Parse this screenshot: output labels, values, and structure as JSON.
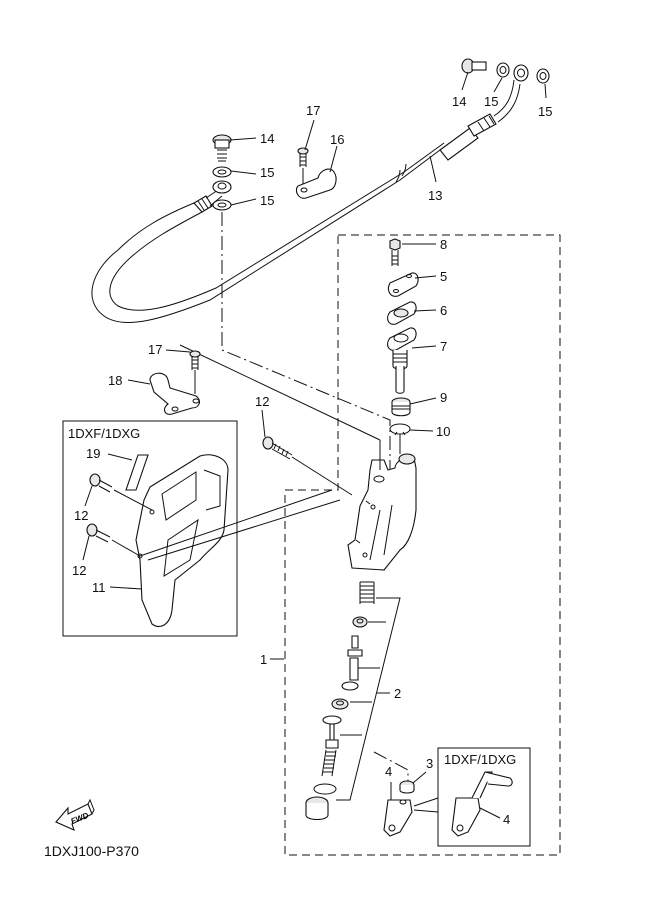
{
  "diagram": {
    "title_code": "1DXJ100-P370",
    "fwd_label": "FWD",
    "inset_labels": [
      "1DXF/1DXG",
      "1DXF/1DXG"
    ],
    "callouts": [
      {
        "id": "c14a",
        "ref": "14",
        "part": "union-bolt"
      },
      {
        "id": "c15a",
        "ref": "15",
        "part": "gasket"
      },
      {
        "id": "c15b",
        "ref": "15",
        "part": "gasket"
      },
      {
        "id": "c17a",
        "ref": "17",
        "part": "screw"
      },
      {
        "id": "c16",
        "ref": "16",
        "part": "hose-holder"
      },
      {
        "id": "c14b",
        "ref": "14",
        "part": "union-bolt"
      },
      {
        "id": "c15c",
        "ref": "15",
        "part": "gasket"
      },
      {
        "id": "c15d",
        "ref": "15",
        "part": "gasket"
      },
      {
        "id": "c13",
        "ref": "13",
        "part": "brake-hose"
      },
      {
        "id": "c8",
        "ref": "8",
        "part": "bolt"
      },
      {
        "id": "c5",
        "ref": "5",
        "part": "reservoir-cap"
      },
      {
        "id": "c6",
        "ref": "6",
        "part": "diaphragm-plate"
      },
      {
        "id": "c7",
        "ref": "7",
        "part": "diaphragm"
      },
      {
        "id": "c9",
        "ref": "9",
        "part": "seal"
      },
      {
        "id": "c10",
        "ref": "10",
        "part": "circlip"
      },
      {
        "id": "c17b",
        "ref": "17",
        "part": "screw"
      },
      {
        "id": "c18",
        "ref": "18",
        "part": "hose-holder"
      },
      {
        "id": "c12a",
        "ref": "12",
        "part": "bolt"
      },
      {
        "id": "c19",
        "ref": "19",
        "part": "label"
      },
      {
        "id": "c12b",
        "ref": "12",
        "part": "bolt"
      },
      {
        "id": "c12c",
        "ref": "12",
        "part": "bolt"
      },
      {
        "id": "c11",
        "ref": "11",
        "part": "heel-guard"
      },
      {
        "id": "c1",
        "ref": "1",
        "part": "master-cylinder-assy"
      },
      {
        "id": "c2",
        "ref": "2",
        "part": "cylinder-kit"
      },
      {
        "id": "c3",
        "ref": "3",
        "part": "nut"
      },
      {
        "id": "c4a",
        "ref": "4",
        "part": "clevis"
      },
      {
        "id": "c4b",
        "ref": "4",
        "part": "clevis"
      }
    ]
  }
}
